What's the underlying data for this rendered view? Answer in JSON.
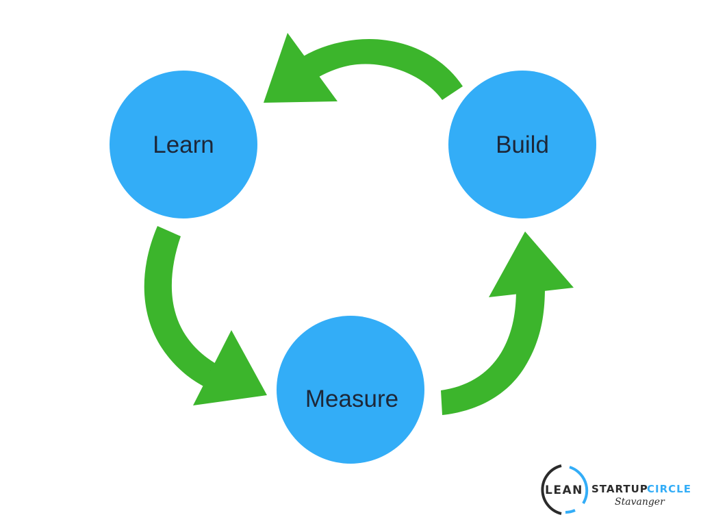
{
  "colors": {
    "node_fill": "#33adf7",
    "arrow_fill": "#3cb52c",
    "text": "#1d2738",
    "logo_accent": "#33adf7",
    "logo_dark": "#2b2b2b"
  },
  "nodes": {
    "learn": {
      "label": "Learn"
    },
    "build": {
      "label": "Build"
    },
    "measure": {
      "label": "Measure"
    }
  },
  "arrows": [
    {
      "from": "Build",
      "to": "Learn"
    },
    {
      "from": "Learn",
      "to": "Measure"
    },
    {
      "from": "Measure",
      "to": "Build"
    }
  ],
  "logo": {
    "word_lean": "LEAN",
    "word_startup": "STARTUP",
    "word_circle": "CIRCLE",
    "city": "Stavanger"
  }
}
